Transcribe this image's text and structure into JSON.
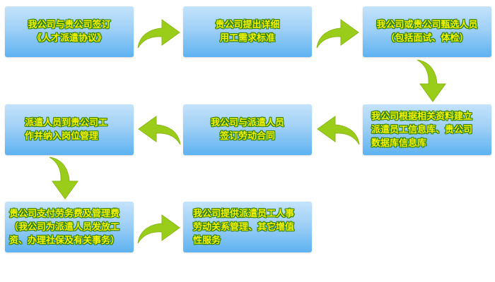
{
  "steps": [
    {
      "lines": [
        "我公司与贵公司签订",
        "《人才派遣协议》"
      ]
    },
    {
      "lines": [
        "贵公司提出详细",
        "用工需求标准"
      ]
    },
    {
      "lines": [
        "我公司或贵公司甄选人员",
        "（包括面试、体检）"
      ]
    },
    {
      "lines": [
        "我公司根据相关资料建立",
        "派遣员工信息库、贵公司",
        "数据库信息库"
      ]
    },
    {
      "lines": [
        "我公司与派遣人员",
        "签订劳动合同"
      ]
    },
    {
      "lines": [
        "派遣人员到贵公司工",
        "作并纳入岗位管理"
      ]
    },
    {
      "lines": [
        "贵公司支付劳务费及管理费",
        "（我公司为派遣人员发放工",
        "资、办理社保及有关事务）"
      ]
    },
    {
      "lines": [
        "我公司提供派遣员工人事",
        "劳动关系管理、其它增值",
        "性服务"
      ]
    }
  ],
  "colors": {
    "arrow": "#9acd1a",
    "text": "#f5f500",
    "outline": "#2e7d00"
  }
}
